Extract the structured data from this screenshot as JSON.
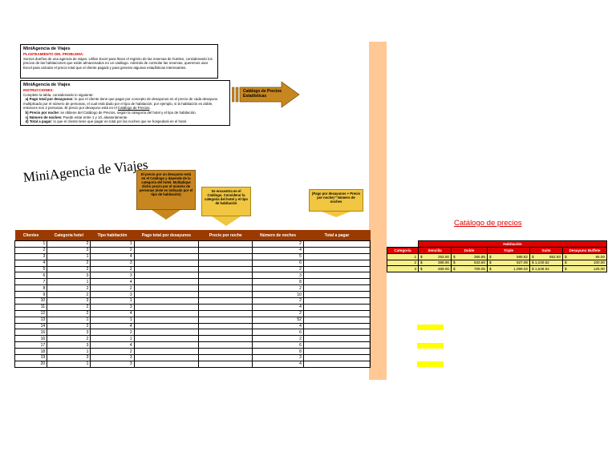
{
  "box1": {
    "title": "MiniAgencia de Viajes",
    "subtitle": "PLANTEAMIENTO DEL PROBLEMA:",
    "text": "Somos dueños de una agencia de viajes. Utilice Excel para llevar el registro de las reservas de hoteles, considerando los precios de las habitaciones que están almacenados en un catálogo. Además de controlar las reservas, queremos usar Excel para calcular el precio total que el cliente pagará y para generar algunas estadísticas interesantes."
  },
  "box2": {
    "title": "MiniAgencia de Viajes",
    "subtitle": "INSTRUCCIONES:",
    "intro": "Complete la tabla, considerando lo siguiente:",
    "items": [
      {
        "label": "a) Pago total por desayunos:",
        "text": " lo que el cliente tiene que pagar por concepto de desayunos en el precio de cada desayuno multiplicado por el número de personas, el cual está dado por el tipo de habitación; por ejemplo, si la habitación es doble, entonces son 2 personas. El precio por desayuno está en el ",
        "link": "Catálogo de Precios",
        "tail": "."
      },
      {
        "label": "b) Precio por noche:",
        "text": " se obtiene del Catálogo de Precios, según la categoría del hotel y el tipo de habitación."
      },
      {
        "label": "c) Número de noches:",
        "text": " Puede estar entre 1 y 10, aleatoriamente."
      },
      {
        "label": "d) Total a pagar:",
        "text": " lo que el cliente tiene que pagar en total por las noches que se hospedará en el hotel."
      }
    ]
  },
  "arrow_button": {
    "label": "Catálogo de Precios Estadísticas"
  },
  "big_title": "MiniAgencia de Viajes",
  "callouts": {
    "c1": "El precio por un desayuno está en el Catálogo y depende de la categoría del hotel. Multiplique dicho precio por el número de personas (éste es indicado por el tipo de habitación)",
    "c2": "Se encuentra en el Catálogo. Considerar la categoría del hotel y el tipo de habitación",
    "c3": "(Pago por desayunos + Precio por noche) * Número de noches"
  },
  "table": {
    "headers": [
      "Clientes",
      "Categoría hotel",
      "Tipo habitación",
      "Pago total por desayunos",
      "Precio por noche",
      "Número de noches",
      "Total a pagar"
    ],
    "rows": [
      [
        "1",
        "2",
        "1",
        "",
        "",
        "2",
        ""
      ],
      [
        "2",
        "3",
        "2",
        "",
        "",
        "4",
        ""
      ],
      [
        "3",
        "1",
        "4",
        "",
        "",
        "5",
        ""
      ],
      [
        "4",
        "2",
        "3",
        "",
        "",
        "6",
        ""
      ],
      [
        "5",
        "2",
        "2",
        "",
        "",
        "2",
        ""
      ],
      [
        "6",
        "3",
        "3",
        "",
        "",
        "3",
        ""
      ],
      [
        "7",
        "1",
        "4",
        "",
        "",
        "8",
        ""
      ],
      [
        "8",
        "2",
        "2",
        "",
        "",
        "2",
        ""
      ],
      [
        "9",
        "2",
        "3",
        "",
        "",
        "10",
        ""
      ],
      [
        "10",
        "3",
        "1",
        "",
        "",
        "2",
        ""
      ],
      [
        "11",
        "2",
        "3",
        "",
        "",
        "4",
        ""
      ],
      [
        "12",
        "2",
        "4",
        "",
        "",
        "2",
        ""
      ],
      [
        "13",
        "1",
        "1",
        "",
        "",
        "52",
        ""
      ],
      [
        "14",
        "2",
        "4",
        "",
        "",
        "4",
        ""
      ],
      [
        "15",
        "3",
        "2",
        "",
        "",
        "6",
        ""
      ],
      [
        "16",
        "2",
        "1",
        "",
        "",
        "2",
        ""
      ],
      [
        "17",
        "3",
        "4",
        "",
        "",
        "6",
        ""
      ],
      [
        "18",
        "1",
        "2",
        "",
        "",
        "8",
        ""
      ],
      [
        "19",
        "3",
        "3",
        "",
        "",
        "3",
        ""
      ],
      [
        "20",
        "1",
        "3",
        "",
        "",
        "4",
        ""
      ]
    ]
  },
  "catalog": {
    "title": "Catálogo de precios",
    "group_header": "Habitación",
    "headers": [
      "Categoría",
      "Sencilla",
      "Doble",
      "Triple",
      "Suite",
      "Desayuno Buffete"
    ],
    "rows": [
      [
        "1",
        "$",
        "253.00",
        "$",
        "366.85",
        "$",
        "586.82",
        "$",
        "852.93",
        "$",
        "85.00"
      ],
      [
        "2",
        "$",
        "368.00",
        "$",
        "533.60",
        "$",
        "827.08",
        "$ 1,240.62",
        "",
        "$",
        "100.00"
      ],
      [
        "3",
        "$",
        "489.00",
        "$",
        "709.05",
        "$",
        "1,099.03",
        "$ 1,648.54",
        "",
        "$",
        "125.00"
      ]
    ]
  },
  "colors": {
    "header_brown": "#9b3a00",
    "catalog_red": "#e00000",
    "strip_peach": "#ffc894",
    "callout_dark": "#c7861f",
    "callout_light": "#f1c640",
    "highlight_yellow": "#ffff00"
  }
}
